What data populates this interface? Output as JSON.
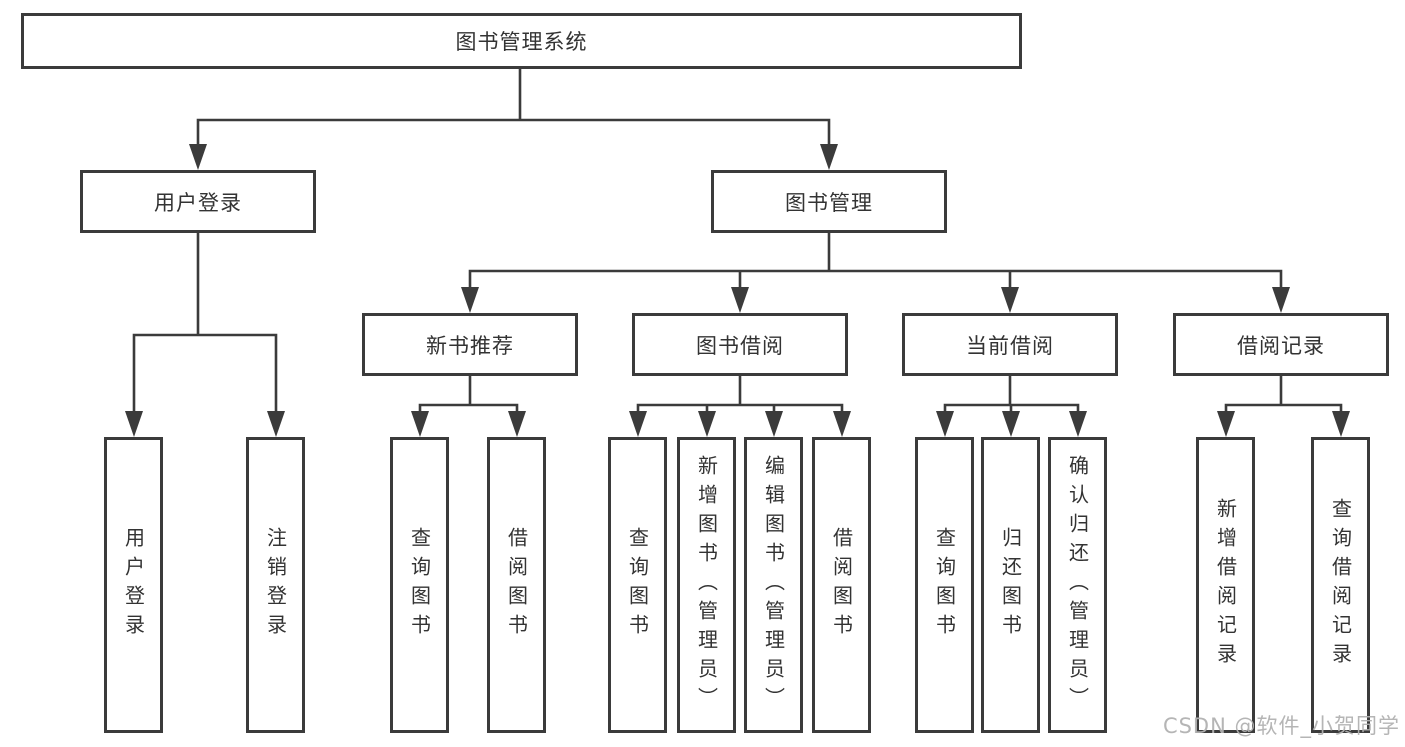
{
  "diagram_title": "图书管理系统",
  "colors": {
    "line": "#3b3b3b",
    "text": "#333333",
    "background": "#ffffff",
    "watermark": "#b1b1b1"
  },
  "nodes": {
    "root": "图书管理系统",
    "user_login": "用户登录",
    "book_mgmt": "图书管理",
    "new_books": "新书推荐",
    "book_borrow": "图书借阅",
    "current_borrow": "当前借阅",
    "borrow_records": "借阅记录",
    "leaf_user_login": "用户登录",
    "leaf_logout": "注销登录",
    "leaf_nb_query": "查询图书",
    "leaf_nb_borrow": "借阅图书",
    "leaf_bb_query": "查询图书",
    "leaf_bb_add": "新增图书（管理员）",
    "leaf_bb_edit": "编辑图书（管理员）",
    "leaf_bb_borrow": "借阅图书",
    "leaf_cb_query": "查询图书",
    "leaf_cb_return": "归还图书",
    "leaf_cb_confirm": "确认归还（管理员）",
    "leaf_br_add": "新增借阅记录",
    "leaf_br_query": "查询借阅记录"
  },
  "watermark": "CSDN @软件_小贺同学"
}
